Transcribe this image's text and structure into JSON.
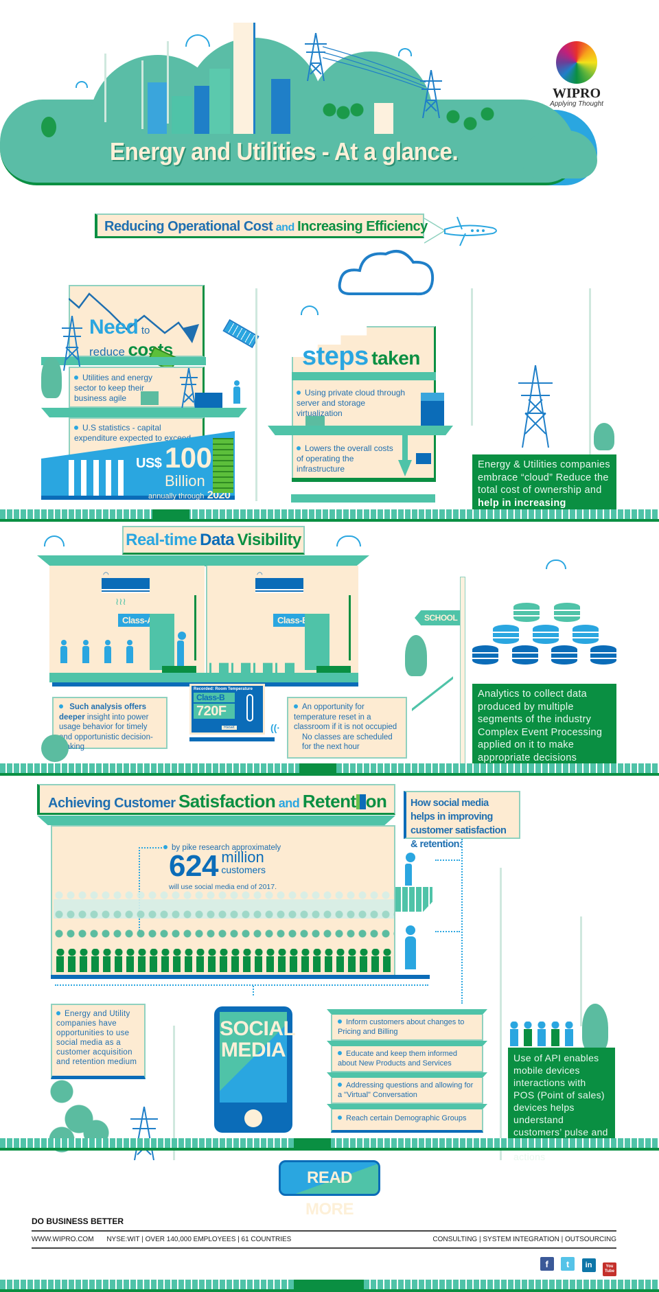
{
  "header": {
    "title": "Energy and Utilities - At a glance.",
    "logo": {
      "brand": "WIPRO",
      "tagline": "Applying Thought"
    }
  },
  "section1": {
    "banner": {
      "part1": "Reducing Operational Cost",
      "part2": "and",
      "part3": "Increasing Efficiency"
    },
    "need": {
      "word1": "Need",
      "word2": "to",
      "word3": "reduce",
      "word4": "costs"
    },
    "need_bullets": [
      "Utilities and energy sector to keep their business agile",
      "U.S statistics - capital expenditure expected to exceed"
    ],
    "stat": {
      "currency": "US$",
      "amount": "100",
      "unit": "Billion",
      "suffix": "annually through",
      "year": "2020"
    },
    "steps": {
      "word1": "steps",
      "word2": "taken"
    },
    "steps_bullets": [
      "Using private cloud through server and storage virtualization",
      "Lowers the overall costs of operating the infrastructure"
    ],
    "callout": {
      "line1": "Energy & Utilities companies embrace “cloud” Reduce the total cost of ownership and",
      "line2": "help in increasing efficiencies"
    }
  },
  "section2": {
    "banner": {
      "part1": "Real-time",
      "part2": "Data",
      "part3": "Visibility"
    },
    "classes": [
      "Class-A",
      "Class-B"
    ],
    "sign": "SCHOOL",
    "thermostat": {
      "label": "Recorded: Room Temperature",
      "class": "Class-B",
      "temp": "720F",
      "reset": "Reset"
    },
    "left_note": {
      "bold": "Such analysis offers deeper",
      "rest": "insight into power usage behavior for timely and opportunistic decision-making"
    },
    "right_note": [
      "An opportunity for temperature reset in a classroom if it is not occupied",
      "No classes are scheduled for the next hour"
    ],
    "callout": "Analytics to collect data produced by multiple segments of the industry Complex Event Processing applied on it to make appropriate decisions"
  },
  "section3": {
    "banner": {
      "part1": "Achieving Customer",
      "part2": "Satisfaction",
      "part3": "and",
      "part4": "Retent",
      "part5": "on"
    },
    "social_heading": "How social media helps in improving customer satisfaction & retention:",
    "stat": {
      "intro": "by pike research approximately",
      "number": "624",
      "unit1": "million",
      "unit2": "customers",
      "outro": "will use social media end of 2017."
    },
    "left_note": "Energy and Utility companies have opportunities to use social media as a customer acquisition and retention medium",
    "phone": {
      "line1": "SOCIAL",
      "line2": "MEDIA"
    },
    "list": [
      "Inform customers about changes to Pricing and Billing",
      "Educate and keep them informed about New Products and Services",
      "Addressing questions and allowing for a \"Virtual\" Conversation",
      "Reach certain Demographic Groups"
    ],
    "callout": "Use of API enables mobile devices interactions with POS (Point of sales) devices helps understand customers’ pulse and take necessary actions"
  },
  "cta": {
    "read_more": "READ MORE"
  },
  "footer": {
    "tagline": "DO BUSINESS BETTER",
    "website": "WWW.WIPRO.COM",
    "facts": "NYSE:WIT | OVER 140,000 EMPLOYEES | 61 COUNTRIES",
    "services": "CONSULTING | SYSTEM INTEGRATION | OUTSOURCING",
    "social": [
      {
        "name": "facebook",
        "glyph": "f",
        "color": "#3b5998"
      },
      {
        "name": "twitter",
        "glyph": "t",
        "color": "#55c3e8"
      },
      {
        "name": "linkedin",
        "glyph": "in",
        "color": "#0e76a8"
      },
      {
        "name": "youtube",
        "glyph": "You Tube",
        "color": "#c4302b"
      }
    ]
  },
  "colors": {
    "teal": "#4fc3a8",
    "green": "#0a8f42",
    "blue": "#0b6cb8",
    "light_blue": "#2aa6e0",
    "cream": "#fdebd2"
  }
}
